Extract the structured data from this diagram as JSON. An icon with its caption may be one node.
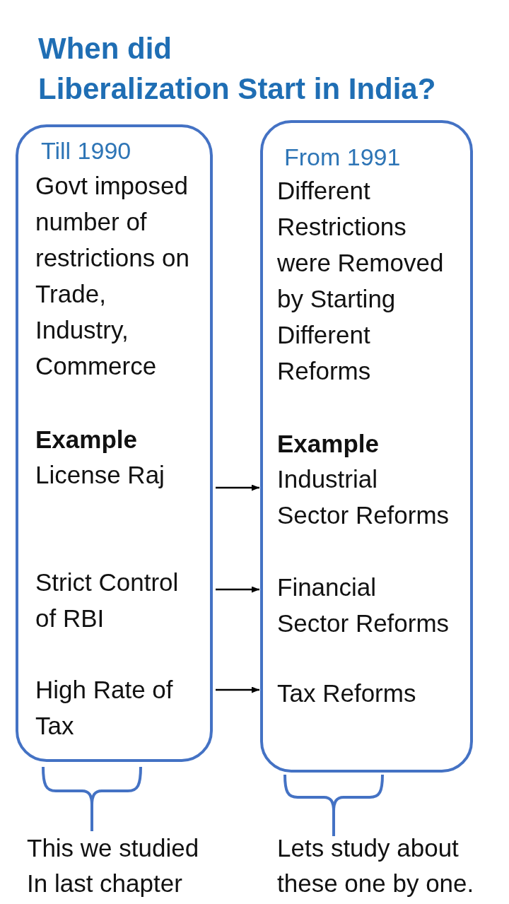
{
  "diagram": {
    "title": "When did Liberalization Start in India?",
    "nodes": [
      {
        "text": [
          "Till 1990",
          "Govt imposed number of restrictions on Trade, Industry, Commerce",
          "Example"
        ]
      },
      {
        "text": [
          "License Raj"
        ],
        "in": 0
      },
      {
        "text": [
          "Strict Control of RBI"
        ],
        "in": 0
      },
      {
        "text": [
          "High Rate of Tax"
        ],
        "in": 0
      },
      {
        "text": [
          "From 1991",
          "Different Restrictions were Removed by Starting Different Reforms",
          "Example"
        ]
      },
      {
        "text": [
          "Industrial Sector Reforms"
        ],
        "in": 4
      },
      {
        "text": [
          "Financial Sector Reforms"
        ],
        "in": 4
      },
      {
        "text": [
          "Tax Reforms"
        ],
        "in": 4
      }
    ],
    "edges": [
      {
        "from": 1,
        "to": 5,
        "arrow": "to"
      },
      {
        "from": 2,
        "to": 6,
        "arrow": "to"
      },
      {
        "from": 3,
        "to": 7,
        "arrow": "to"
      }
    ],
    "labels": [
      "This we studied In last chapter",
      "Lets study about these one by one."
    ]
  }
}
